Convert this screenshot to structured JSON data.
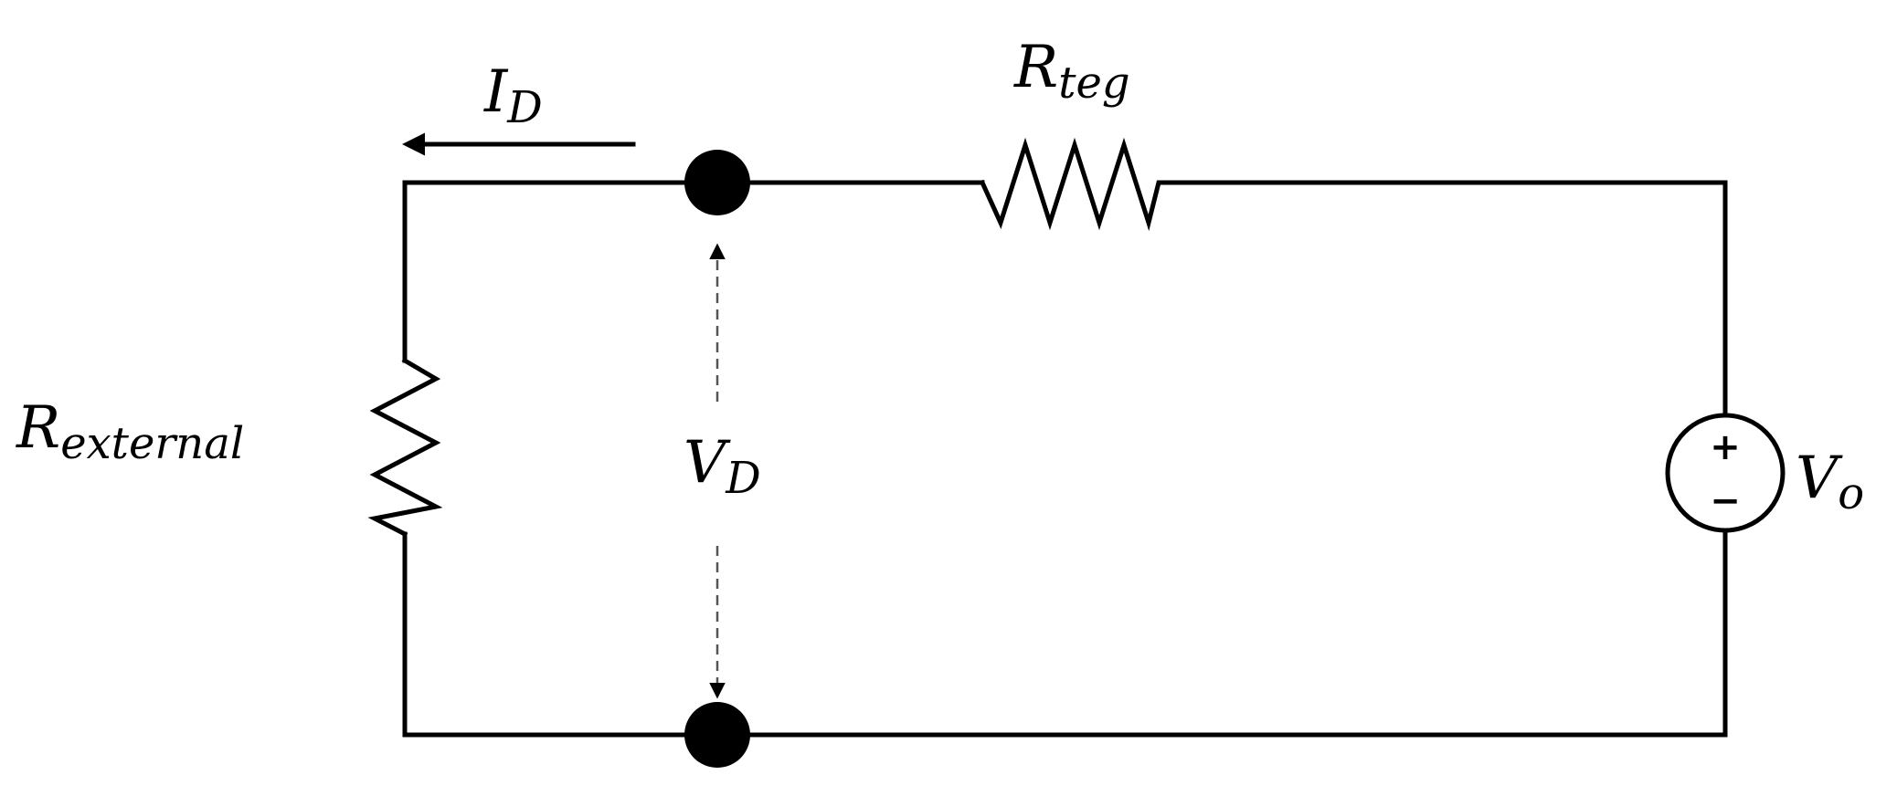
{
  "labels": {
    "current": {
      "main": "I",
      "sub": "D"
    },
    "r_teg": {
      "main": "R",
      "sub": "teg"
    },
    "r_external": {
      "main": "R",
      "sub": "external"
    },
    "voltage_d": {
      "main": "V",
      "sub": "D"
    },
    "source": {
      "main": "V",
      "sub": "o"
    }
  },
  "source_polarity": {
    "positive": "+",
    "negative": "−"
  }
}
